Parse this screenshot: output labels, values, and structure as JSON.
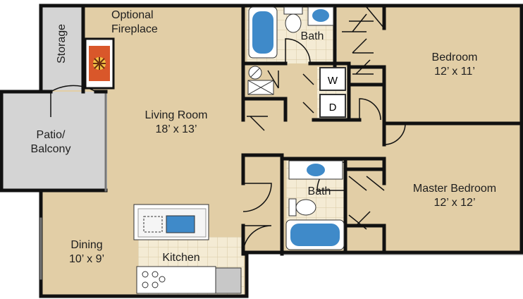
{
  "rooms": {
    "storage": {
      "name": "Storage"
    },
    "fireplace": {
      "name": "Optional",
      "name2": "Fireplace"
    },
    "patio": {
      "name": "Patio/",
      "name2": "Balcony"
    },
    "living": {
      "name": "Living Room",
      "size": "18’ x 13’"
    },
    "dining": {
      "name": "Dining",
      "size": "10’ x 9’"
    },
    "kitchen": {
      "name": "Kitchen"
    },
    "bath_top": {
      "name": "Bath"
    },
    "bath_mid": {
      "name": "Bath"
    },
    "bedroom": {
      "name": "Bedroom",
      "size": "12’ x 11’"
    },
    "master": {
      "name": "Master Bedroom",
      "size": "12’ x 12’"
    }
  },
  "appliances": {
    "washer": "W",
    "dryer": "D"
  },
  "colors": {
    "floor": "#e2cea6",
    "tile": "#f4ebd4",
    "wall": "#111111",
    "patio": "#d4d4d4",
    "tub": "#3f8ac9",
    "fire": "#d9572a"
  }
}
